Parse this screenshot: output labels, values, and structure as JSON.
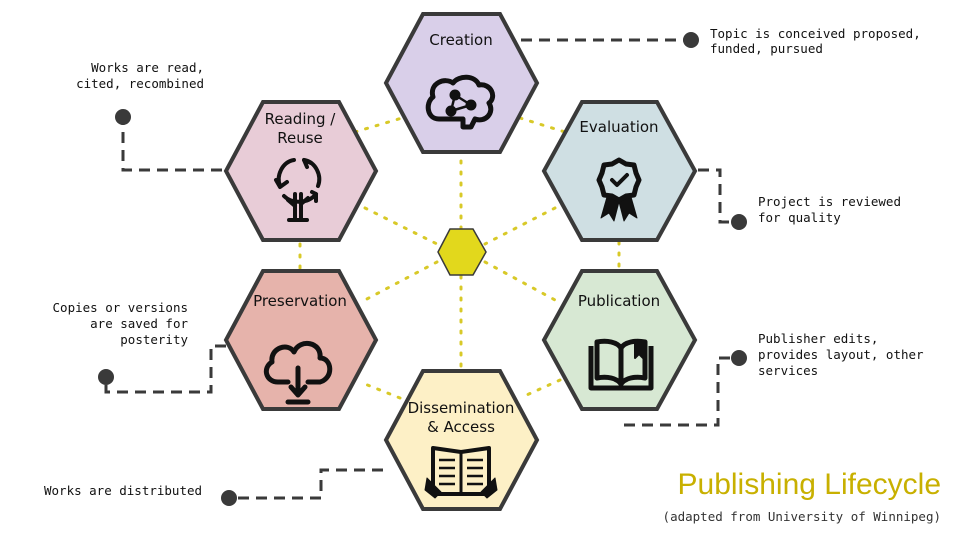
{
  "title": "Publishing Lifecycle",
  "subtitle": "(adapted from University of Winnipeg)",
  "colors": {
    "creation": "#d9cfe9",
    "evaluation": "#cfdfe3",
    "publication": "#d7e8d3",
    "dissemination": "#fdf0c6",
    "preservation": "#e6b3ab",
    "reading": "#e8ccd7",
    "center": "#e2d81c",
    "dots": "#d8c928",
    "stroke": "#3a3a3a"
  },
  "stages": {
    "creation": {
      "label": "Creation",
      "icon": "brain-network-icon",
      "note": [
        "Topic is conceived proposed,",
        "funded, pursued"
      ]
    },
    "evaluation": {
      "label": "Evaluation",
      "icon": "award-ribbon-icon",
      "note": [
        "Project is reviewed",
        "for quality"
      ]
    },
    "publication": {
      "label": "Publication",
      "icon": "open-book-icon",
      "note": [
        "Publisher edits,",
        "provides layout, other",
        "services"
      ]
    },
    "dissemination": {
      "label_lines": [
        "Dissemination",
        "& Access"
      ],
      "icon": "person-reading-book-icon",
      "note": [
        "Works are distributed"
      ]
    },
    "preservation": {
      "label": "Preservation",
      "icon": "cloud-download-icon",
      "note": [
        "Copies or versions",
        "are saved for",
        "posterity"
      ]
    },
    "reading": {
      "label_lines": [
        "Reading /",
        "Reuse"
      ],
      "icon": "tree-recycle-icon",
      "note": [
        "Works are read,",
        "cited, recombined"
      ]
    }
  }
}
